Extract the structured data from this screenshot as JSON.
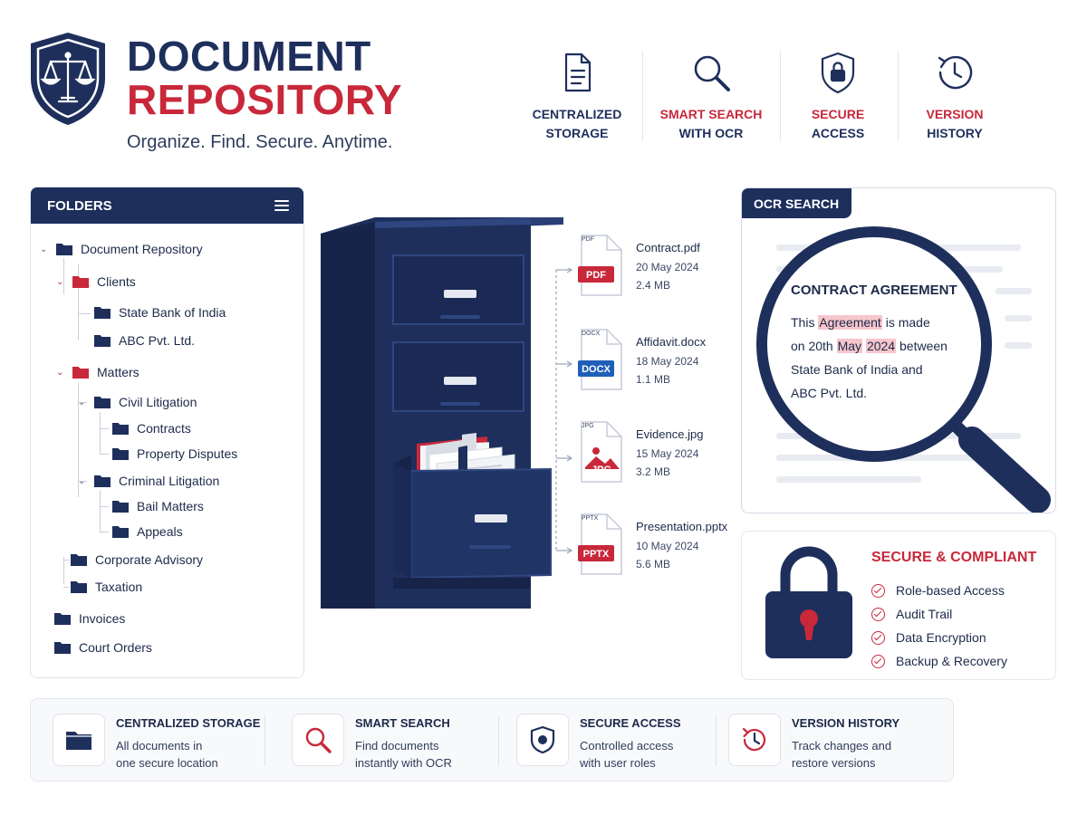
{
  "brand": {
    "title_line1": "DOCUMENT",
    "title_line2": "REPOSITORY",
    "tagline": "Organize. Find. Secure. Anytime.",
    "navy": "#1e2f5c",
    "red": "#c8283a",
    "logo_icon": "scales-of-justice-icon"
  },
  "top_features": [
    {
      "line1": "CENTRALIZED",
      "line2": "STORAGE",
      "icon": "document-icon",
      "color": "navy"
    },
    {
      "line1": "SMART SEARCH",
      "line2": "WITH OCR",
      "icon": "search-icon",
      "color": "red"
    },
    {
      "line1": "SECURE",
      "line2": "ACCESS",
      "icon": "shield-lock-icon",
      "color": "red"
    },
    {
      "line1": "VERSION",
      "line2": "HISTORY",
      "icon": "history-icon",
      "color": "red"
    }
  ],
  "folders": {
    "header": "FOLDERS",
    "items": [
      {
        "label": "Document Repository",
        "chevron": "⌄",
        "accent": "navy"
      },
      {
        "label": "Clients",
        "chevron": "⌄",
        "accent": "red"
      },
      {
        "label": "State Bank of India"
      },
      {
        "label": "ABC Pvt. Ltd."
      },
      {
        "label": "Matters",
        "chevron": "⌄",
        "accent": "red"
      },
      {
        "label": "Civil Litigation",
        "chevron": "⌄"
      },
      {
        "label": "Contracts"
      },
      {
        "label": "Property Disputes"
      },
      {
        "label": "Criminal Litigation",
        "chevron": "⌄"
      },
      {
        "label": "Bail Matters"
      },
      {
        "label": "Appeals"
      },
      {
        "label": "Corporate Advisory"
      },
      {
        "label": "Taxation"
      },
      {
        "label": "Invoices"
      },
      {
        "label": "Court Orders"
      }
    ]
  },
  "files": [
    {
      "name": "Contract.pdf",
      "date": "20 May 2024",
      "size": "2.4 MB",
      "badge": "PDF",
      "tag": "PDF",
      "badge_color": "#c8283a"
    },
    {
      "name": "Affidavit.docx",
      "date": "18 May 2024",
      "size": "1.1 MB",
      "badge": "DOCX",
      "tag": "DOCX",
      "badge_color": "#1f5fb8"
    },
    {
      "name": "Evidence.jpg",
      "date": "15 May 2024",
      "size": "3.2 MB",
      "badge": "JPG",
      "tag": "JPG",
      "badge_color": "#c8283a"
    },
    {
      "name": "Presentation.pptx",
      "date": "10 May 2024",
      "size": "5.6 MB",
      "badge": "PPTX",
      "tag": "PPTX",
      "badge_color": "#c8283a"
    }
  ],
  "ocr": {
    "tab": "OCR SEARCH",
    "doc_title": "CONTRACT AGREEMENT",
    "text_pre1": "This ",
    "hl1": "Agreement",
    "text_post1": " is made",
    "text_pre2": "on 20th ",
    "hl2": "May",
    "text_mid2": " ",
    "hl3": "2024",
    "text_post2": " between",
    "line3": "State Bank of India and",
    "line4": "ABC Pvt. Ltd."
  },
  "secure": {
    "title": "SECURE & COMPLIANT",
    "items": [
      "Role-based Access",
      "Audit Trail",
      "Data Encryption",
      "Backup & Recovery"
    ]
  },
  "bottom_features": [
    {
      "title": "CENTRALIZED STORAGE",
      "desc1": "All documents in",
      "desc2": "one secure location",
      "icon": "folder-icon"
    },
    {
      "title": "SMART SEARCH",
      "desc1": "Find documents",
      "desc2": "instantly with OCR",
      "icon": "search-icon"
    },
    {
      "title": "SECURE ACCESS",
      "desc1": "Controlled access",
      "desc2": "with user roles",
      "icon": "shield-icon"
    },
    {
      "title": "VERSION HISTORY",
      "desc1": "Track changes and",
      "desc2": "restore versions",
      "icon": "history-icon"
    }
  ]
}
